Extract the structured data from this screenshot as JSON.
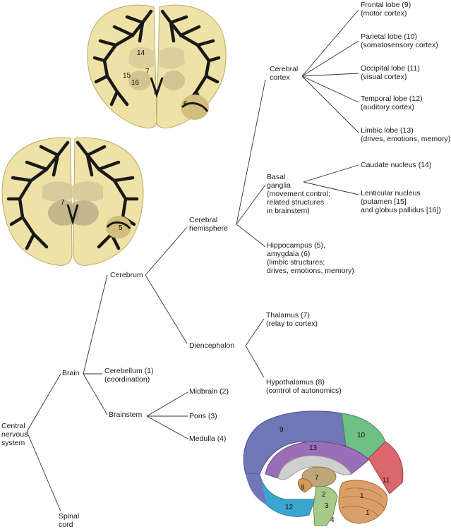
{
  "nodes": {
    "central_nervous_system": "Central\nnervous\nsystem",
    "spinal_cord": "Spinal\ncord",
    "brain": "Brain",
    "cerebrum": "Cerebrum",
    "cerebellum": "Cerebellum  (1)\n(coordination)",
    "brainstem": "Brainstem",
    "midbrain": "Midbrain (2)",
    "pons": "Pons (3)",
    "medulla": "Medulla (4)",
    "cerebral_hemisphere": "Cerebral\nhemisphere",
    "diencephalon": "Diencephalon",
    "thalamus": "Thalamus (7)\n(relay to cortex)",
    "hypothalamus": "Hypothalamus (8)\n(control of autonomics)",
    "cerebral_cortex": "Cerebral\ncortex",
    "basal_ganglia": "Basal\nganglia\n(movement control;\nrelated structures\nin brainstem)",
    "hippocampus_amygdala": "Hippocampus (5),\namygdala (6)\n(limbic structures;\ndrives, emotions, memory)",
    "frontal_lobe": "Frontal lobe (9)\n(motor cortex)",
    "parietal_lobe": "Parietal lobe (10)\n(somatosensory cortex)",
    "occipital_lobe": "Occipital lobe (11)\n(visual cortex)",
    "temporal_lobe": "Temporal lobe (12)\n(auditory cortex)",
    "limbic_lobe": "Limbic lobe (13)\n(drives, emotions, memory)",
    "caudate_nucleus": "Caudate nucleus (14)",
    "lenticular_nucleus": "Lenticular nucleus\n(putamen [15]\nand globus pallidus [16])"
  },
  "section_top_numbers": [
    "14",
    "7",
    "15",
    "16",
    "8",
    "6"
  ],
  "section_mid_numbers": [
    "7",
    "5"
  ],
  "sagittal_numbers": [
    "9",
    "10",
    "13",
    "7",
    "8",
    "2",
    "3",
    "11",
    "1",
    "1",
    "12",
    "4"
  ],
  "colors": {
    "tree_lines": "#333333",
    "white_matter": "#efe2a6",
    "gray_matter": "#191919",
    "frontal": "#7077b8",
    "parietal": "#6fbf86",
    "occipital": "#d9676c",
    "temporal": "#3aa6cf",
    "limbic": "#9a6fb8",
    "brainstem": "#a7c98a",
    "cerebellum": "#dba06a",
    "callosum": "#cfcfcf"
  }
}
